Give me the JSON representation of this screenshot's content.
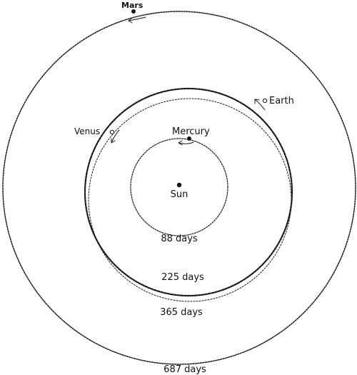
{
  "bodies": {
    "sun": "Sun",
    "mercury": "Mercury",
    "venus": "Venus",
    "earth": "Earth",
    "mars": "Mars"
  },
  "periods": {
    "mercury": "88 days",
    "venus": "225 days",
    "earth": "365 days",
    "mars": "687 days"
  },
  "colors": {
    "ink": "#1a1a1a",
    "background": "#ffffff"
  }
}
